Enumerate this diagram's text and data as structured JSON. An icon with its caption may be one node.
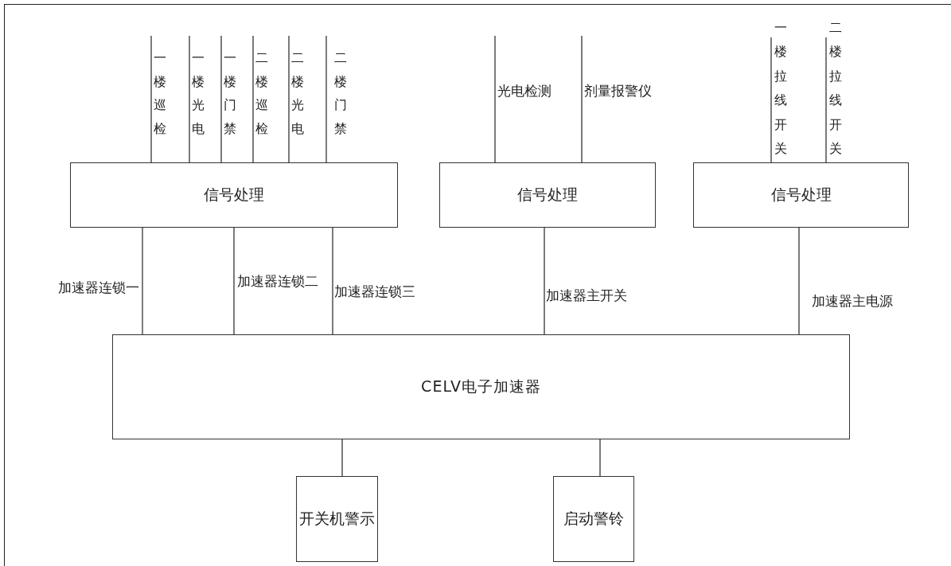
{
  "diagram": {
    "nodes": [
      {
        "text": [
          "信号处理"
        ]
      },
      {
        "text": [
          "信号处理"
        ]
      },
      {
        "text": [
          "信号处理"
        ]
      },
      {
        "text": [
          "CELV电子加速器"
        ]
      },
      {
        "text": [
          "开关机警示"
        ]
      },
      {
        "text": [
          "启动警铃"
        ]
      }
    ],
    "edges": [
      {
        "from": null,
        "to": 0,
        "arrow": "none",
        "label": "一楼巡检"
      },
      {
        "from": null,
        "to": 0,
        "arrow": "none",
        "label": "一楼光电"
      },
      {
        "from": null,
        "to": 0,
        "arrow": "none",
        "label": "一楼门禁"
      },
      {
        "from": null,
        "to": 0,
        "arrow": "none",
        "label": "二楼巡检"
      },
      {
        "from": null,
        "to": 0,
        "arrow": "none",
        "label": "二楼光电"
      },
      {
        "from": null,
        "to": 0,
        "arrow": "none",
        "label": "二楼门禁"
      },
      {
        "from": null,
        "to": 1,
        "arrow": "none",
        "label": "光电检测"
      },
      {
        "from": null,
        "to": 1,
        "arrow": "none",
        "label": "剂量报警仪"
      },
      {
        "from": null,
        "to": 2,
        "arrow": "none",
        "label": "一楼拉线开关"
      },
      {
        "from": null,
        "to": 2,
        "arrow": "none",
        "label": "二楼拉线开关"
      },
      {
        "from": 0,
        "to": 3,
        "arrow": "none",
        "label": "加速器连锁一"
      },
      {
        "from": 0,
        "to": 3,
        "arrow": "none",
        "label": "加速器连锁二"
      },
      {
        "from": 0,
        "to": 3,
        "arrow": "none",
        "label": "加速器连锁三"
      },
      {
        "from": 1,
        "to": 3,
        "arrow": "none",
        "label": "加速器主开关"
      },
      {
        "from": 2,
        "to": 3,
        "arrow": "none",
        "label": "加速器主电源"
      },
      {
        "from": 3,
        "to": 4,
        "arrow": "none"
      },
      {
        "from": 3,
        "to": 5,
        "arrow": "none"
      }
    ]
  }
}
